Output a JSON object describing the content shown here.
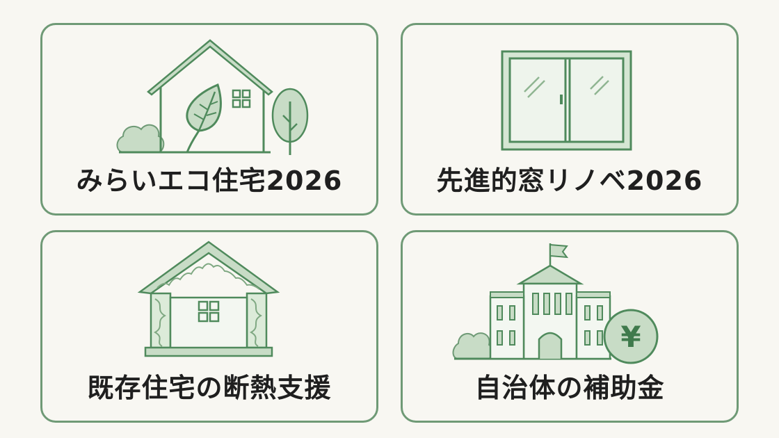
{
  "colors": {
    "background": "#f8f7f2",
    "card_border": "#6f9a76",
    "line": "#4f8a5c",
    "fill_light": "#c8dcc6",
    "fill_pale": "#dcebd9",
    "text": "#1f1f1f"
  },
  "cards": [
    {
      "label": "みらいエコ住宅2026",
      "icon": "eco-house-icon"
    },
    {
      "label": "先進的窓リノベ2026",
      "icon": "window-icon"
    },
    {
      "label": "既存住宅の断熱支援",
      "icon": "insulated-house-icon"
    },
    {
      "label": "自治体の補助金",
      "icon": "city-hall-icon",
      "coin_symbol": "¥"
    }
  ]
}
